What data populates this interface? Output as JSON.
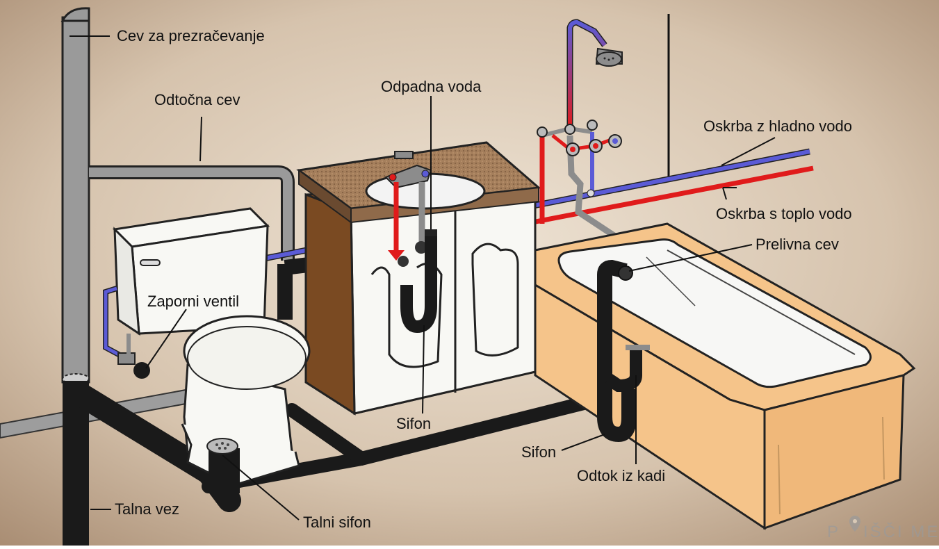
{
  "labels": {
    "vent_pipe": "Cev za prezračevanje",
    "drain_pipe": "Odtočna cev",
    "waste_water": "Odpadna voda",
    "cold_supply": "Oskrba z hladno vodo",
    "hot_supply": "Oskrba s toplo vodo",
    "overflow_pipe": "Prelivna cev",
    "shutoff_valve": "Zaporni ventil",
    "sink_trap": "Sifon",
    "tub_trap": "Sifon",
    "tub_drain": "Odtok iz kadi",
    "floor_connection": "Talna vez",
    "floor_trap": "Talni sifon"
  },
  "watermark": {
    "left": "P",
    "right": "IŠČI ME"
  },
  "colors": {
    "background": "#c9b29a",
    "hot": "#e01b1b",
    "cold": "#5b5bd6",
    "drain": "#1a1a1a",
    "vent": "#8c8c8c",
    "cabinet": "#7a4a22",
    "tub": "#f5c48a"
  },
  "icons": {
    "shower_head": "shower-head-icon",
    "faucet": "faucet-icon",
    "watermark_pin": "location-pin-icon"
  }
}
